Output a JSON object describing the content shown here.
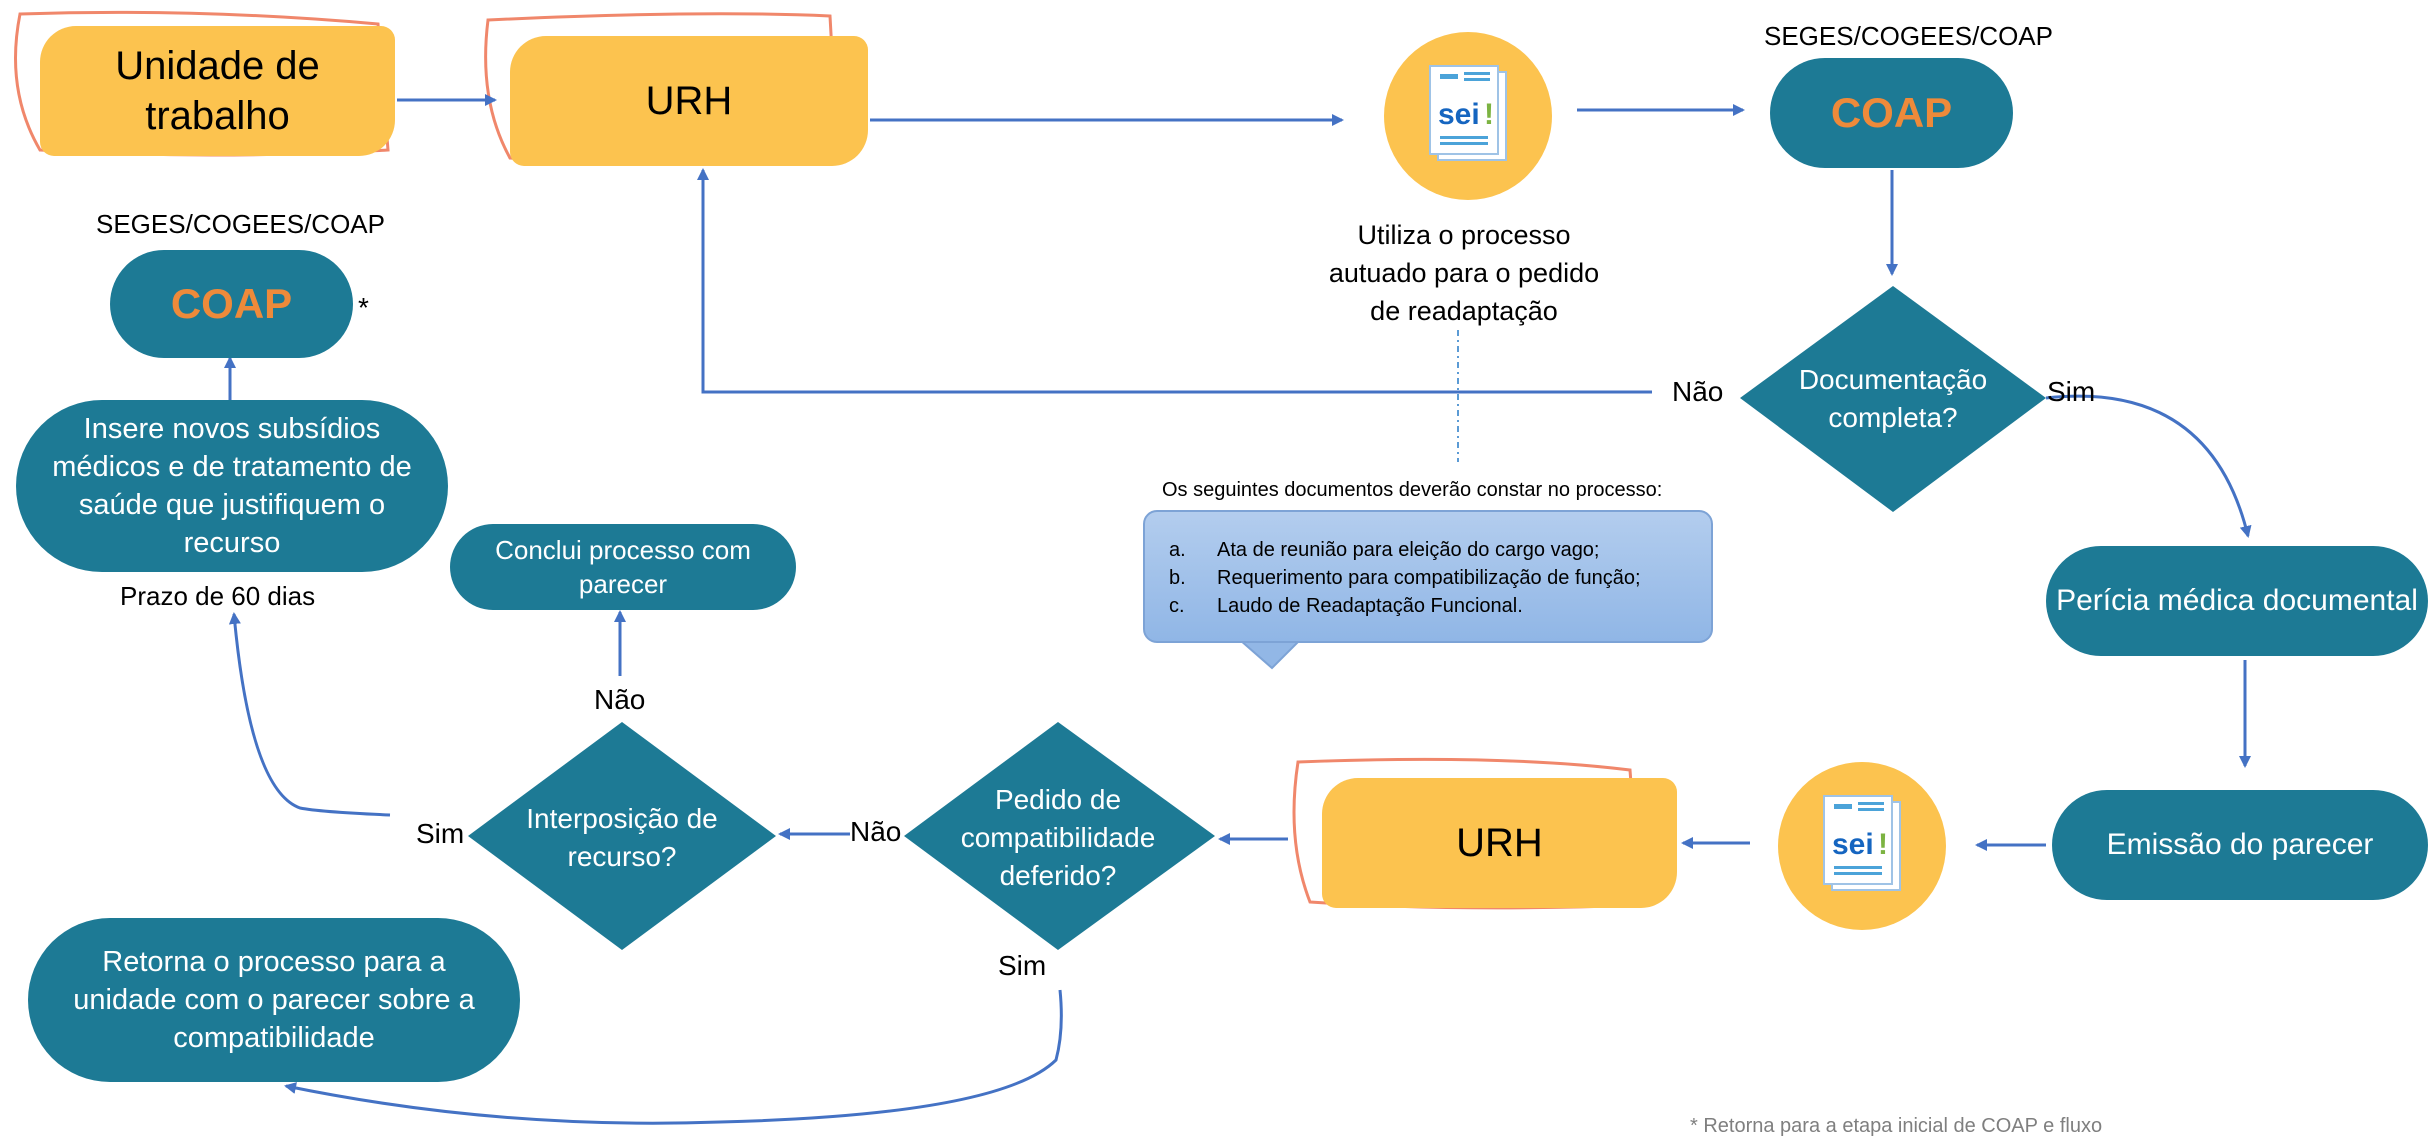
{
  "nodes": {
    "unidade": "Unidade de\ntrabalho",
    "urh_top": "URH",
    "urh_bottom": "URH",
    "coap_top": "COAP",
    "coap_left": "COAP",
    "seges_top": "SEGES/COGEES/COAP",
    "seges_left": "SEGES/COGEES/COAP",
    "coap_left_asterisk": "*",
    "utiliza": "Utiliza o processo\nautuado para o pedido\nde readaptação",
    "doc_completa": "Documentação\ncompleta?",
    "pericia": "Perícia médica documental",
    "emissao": "Emissão do parecer",
    "pedido": "Pedido de\ncompatibilidade\ndeferido?",
    "interposicao": "Interposição de\nrecurso?",
    "conclui": "Conclui processo  com\nparecer",
    "insere": "Insere novos subsídios\nmédicos e de tratamento de\nsaúde que justifiquem o\nrecurso",
    "prazo": "Prazo de 60 dias",
    "retorna": "Retorna o processo para a\nunidade com o parecer sobre a\ncompatibilidade"
  },
  "edge_labels": {
    "nao_doc": "Não",
    "sim_doc": "Sim",
    "nao_pedido": "Não",
    "sim_pedido": "Sim",
    "nao_interp": "Não",
    "sim_interp": "Sim"
  },
  "documents": {
    "heading": "Os seguintes documentos deverão constar no processo:",
    "items": [
      {
        "marker": "a.",
        "text": "Ata de reunião para eleição do cargo vago;"
      },
      {
        "marker": "b.",
        "text": "Requerimento para compatibilização de função;"
      },
      {
        "marker": "c.",
        "text": "Laudo de Readaptação Funcional."
      }
    ]
  },
  "icons": {
    "sei_logo_text": "sei",
    "sei_logo_mark": "!"
  },
  "footnote": "* Retorna para a etapa inicial de COAP e fluxo"
}
